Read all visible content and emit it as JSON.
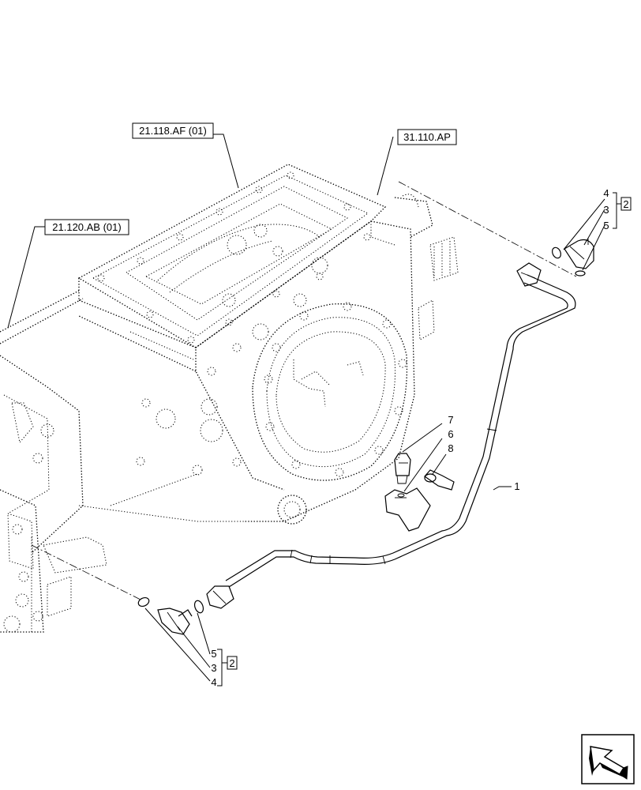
{
  "references": {
    "ref_21_118": "21.118.AF (01)",
    "ref_31_110": "31.110.AP",
    "ref_21_120": "21.120.AB (01)"
  },
  "callouts": {
    "top_group": {
      "item_4": "4",
      "item_3": "3",
      "item_5": "5",
      "group_box": "2"
    },
    "bottom_group": {
      "item_5": "5",
      "item_3": "3",
      "item_4": "4",
      "group_box": "2"
    },
    "item_7": "7",
    "item_6": "6",
    "item_8": "8",
    "item_1": "1"
  },
  "icons": {
    "nav_arrow": "navigation-arrow-icon"
  },
  "colors": {
    "line": "#000000",
    "background": "#ffffff"
  }
}
